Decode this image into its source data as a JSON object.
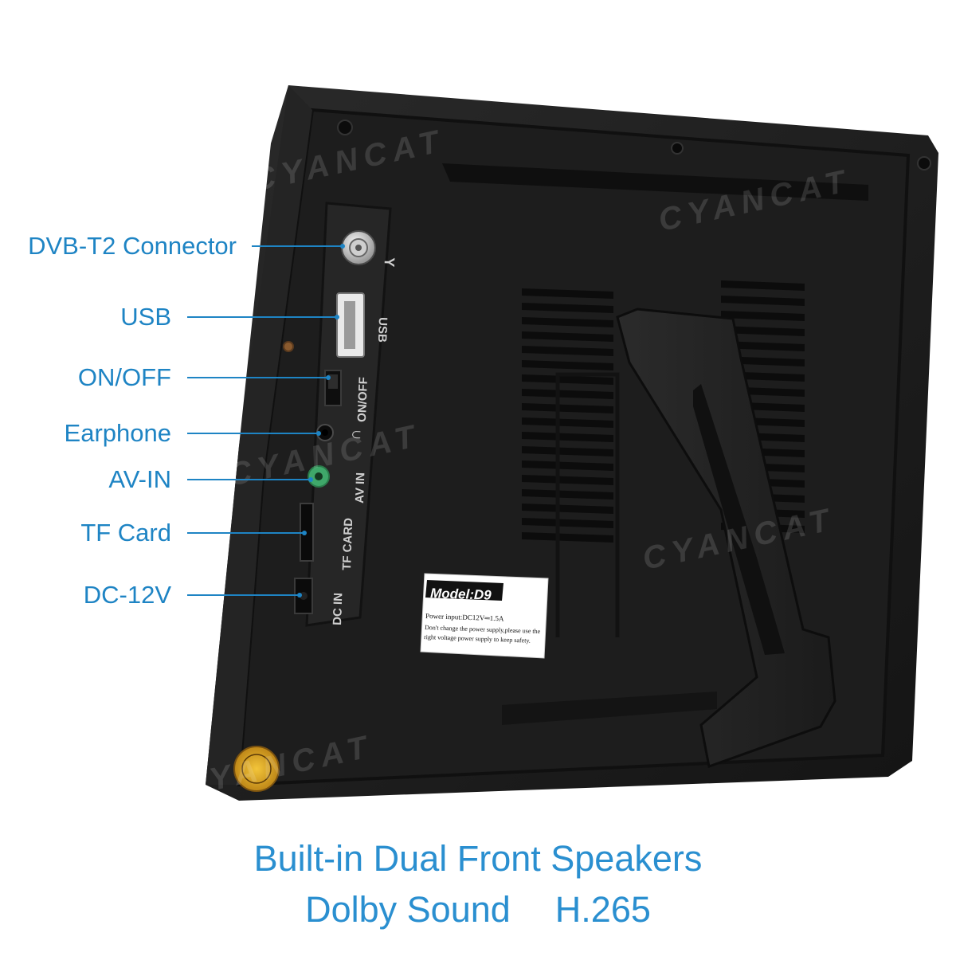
{
  "callouts": [
    {
      "key": "dvb",
      "label": "DVB-T2 Connector"
    },
    {
      "key": "usb",
      "label": "USB"
    },
    {
      "key": "onoff",
      "label": "ON/OFF"
    },
    {
      "key": "earphone",
      "label": "Earphone"
    },
    {
      "key": "avin",
      "label": "AV-IN"
    },
    {
      "key": "tf",
      "label": "TF Card"
    },
    {
      "key": "dc",
      "label": "DC-12V"
    }
  ],
  "panel_markings": {
    "usb": "USB",
    "onoff": "ON/OFF",
    "avin": "AV IN",
    "tf": "TF CARD",
    "dc": "DC IN"
  },
  "sticker": {
    "model": "Model:D9",
    "line1": "Power input:DC12V═1.5A",
    "line2": "Don't change the power supply,please use the",
    "line3": "right voltage power supply to keep safety."
  },
  "watermark": "CYANCAT",
  "caption": {
    "line1": "Built-in Dual Front Speakers",
    "line2a": "Dolby Sound",
    "line2b": "H.265"
  },
  "colors": {
    "accent": "#1e84c4",
    "panel": "#1a1a1a",
    "av_port": "#3fa86a"
  }
}
